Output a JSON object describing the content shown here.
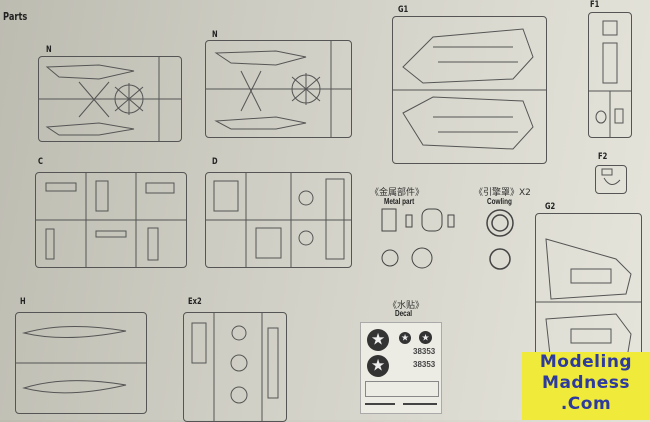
{
  "header": {
    "title": "Parts"
  },
  "sprues": {
    "n1": "N",
    "n2": "N",
    "g1": "G1",
    "f1": "F1",
    "c": "C",
    "d": "D",
    "f2": "F2",
    "g2": "G2",
    "h": "H",
    "ex2": "Ex2"
  },
  "metal_part": {
    "cn": "《金属部件》",
    "en": "Metal part"
  },
  "cowling": {
    "cn": "《引擎罩》X2",
    "en": "Cowling"
  },
  "decal": {
    "cn": "《水贴》",
    "en": "Decal",
    "serial_1": "38353",
    "serial_2": "38353"
  },
  "watermark": {
    "line1": "Modeling",
    "line2": "Madness",
    "line3": ".Com"
  }
}
